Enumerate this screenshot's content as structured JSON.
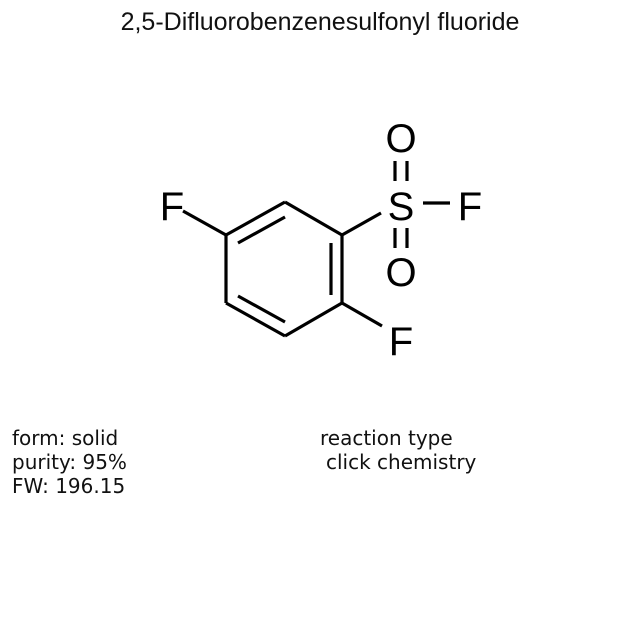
{
  "title": "2,5-Difluorobenzenesulfonyl fluoride",
  "structure": {
    "atoms": {
      "f_left": "F",
      "s": "S",
      "o_top": "O",
      "o_bottom": "O",
      "f_sulfonyl": "F",
      "f_bottom": "F"
    }
  },
  "properties": {
    "form": "form: solid",
    "purity": "purity: 95%",
    "fw": "FW: 196.15"
  },
  "reaction": {
    "label": "reaction type",
    "value": "click chemistry"
  }
}
